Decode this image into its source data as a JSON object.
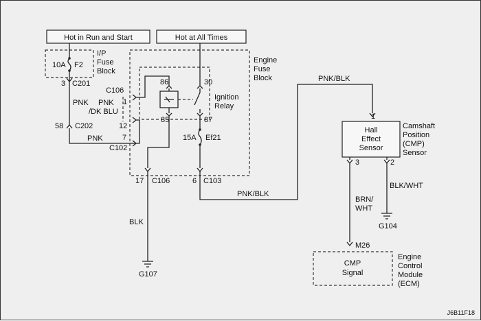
{
  "sources": {
    "hot_run_start": "Hot in Run and Start",
    "hot_all_times": "Hot at All Times"
  },
  "ip_fuse_block": {
    "line1": "I/P",
    "line2": "Fuse",
    "line3": "Block",
    "fuse_rating": "10A",
    "fuse_name": "F2"
  },
  "engine_fuse_block": {
    "line1": "Engine",
    "line2": "Fuse",
    "line3": "Block",
    "fuse_rating": "15A",
    "fuse_name": "Ef21"
  },
  "ignition_relay": {
    "line1": "Ignition",
    "line2": "Relay",
    "pin86": "86",
    "pin85": "85",
    "pin30": "30",
    "pin87": "87"
  },
  "connectors": {
    "c201": {
      "pin": "3",
      "name": "C201"
    },
    "c202": {
      "pin": "58",
      "name": "C202"
    },
    "c102": {
      "pin": "7",
      "name": "C102"
    },
    "c106_upper": {
      "name": "C106",
      "pin1": "1",
      "pin12": "12"
    },
    "c106_lower": {
      "pin": "17",
      "name": "C106"
    },
    "c103": {
      "pin": "6",
      "name": "C103"
    }
  },
  "wires": {
    "pnk_upper": "PNK",
    "pnk_lower": "PNK",
    "pnk_dk_blu_1": "PNK",
    "pnk_dk_blu_2": "/DK BLU",
    "blk": "BLK",
    "pnk_blk_lower": "PNK/BLK",
    "pnk_blk_upper": "PNK/BLK",
    "brn_wht_1": "BRN/",
    "brn_wht_2": "WHT",
    "blk_wht": "BLK/WHT"
  },
  "grounds": {
    "g107": "G107",
    "g104": "G104"
  },
  "cmp_sensor": {
    "box_line1": "Hall",
    "box_line2": "Effect",
    "box_line3": "Sensor",
    "line1": "Camshaft",
    "line2": "Position",
    "line3": "(CMP)",
    "line4": "Sensor",
    "pin1": "1",
    "pin2": "2",
    "pin3": "3"
  },
  "ecm": {
    "pin": "M26",
    "box_line1": "CMP",
    "box_line2": "Signal",
    "line1": "Engine",
    "line2": "Control",
    "line3": "Module",
    "line4": "(ECM)"
  },
  "figure_id": "J6B11F18"
}
